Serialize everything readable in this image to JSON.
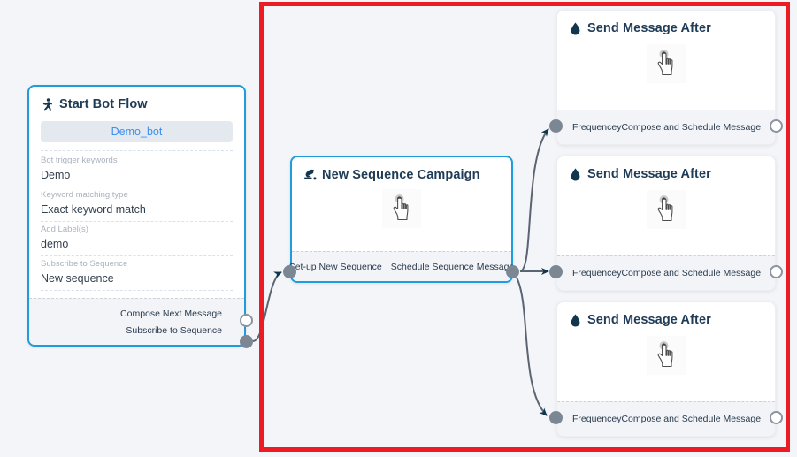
{
  "canvas": {
    "background_color": "#f4f5f8",
    "highlight_rect_color": "#ed1c24"
  },
  "nodes": {
    "start_bot_flow": {
      "title": "Start Bot Flow",
      "icon": "running-person-icon",
      "bot_pill_label": "Demo_bot",
      "fields": [
        {
          "label": "Bot trigger keywords",
          "value": "Demo"
        },
        {
          "label": "Keyword matching type",
          "value": "Exact keyword match"
        },
        {
          "label": "Add Label(s)",
          "value": "demo"
        },
        {
          "label": "Subscribe to Sequence",
          "value": "New sequence"
        }
      ],
      "output_ports": [
        {
          "label": "Compose Next Message",
          "state": "hollow"
        },
        {
          "label": "Subscribe to Sequence",
          "state": "filled"
        }
      ]
    },
    "new_sequence_campaign": {
      "title": "New Sequence Campaign",
      "icon": "megaphone-icon",
      "body_icon": "pointing-hand-cursor-icon",
      "input_port_label": "Set-up New Sequence",
      "output_port_label": "Schedule Sequence Message"
    },
    "send_message_after": [
      {
        "title": "Send Message After",
        "icon": "water-droplet-icon",
        "body_icon": "pointing-hand-cursor-icon",
        "input_port_label": "Frequencey",
        "output_port_label": "Compose and Schedule Message"
      },
      {
        "title": "Send Message After",
        "icon": "water-droplet-icon",
        "body_icon": "pointing-hand-cursor-icon",
        "input_port_label": "Frequencey",
        "output_port_label": "Compose and Schedule Message"
      },
      {
        "title": "Send Message After",
        "icon": "water-droplet-icon",
        "body_icon": "pointing-hand-cursor-icon",
        "input_port_label": "Frequencey",
        "output_port_label": "Compose and Schedule Message"
      }
    ]
  }
}
